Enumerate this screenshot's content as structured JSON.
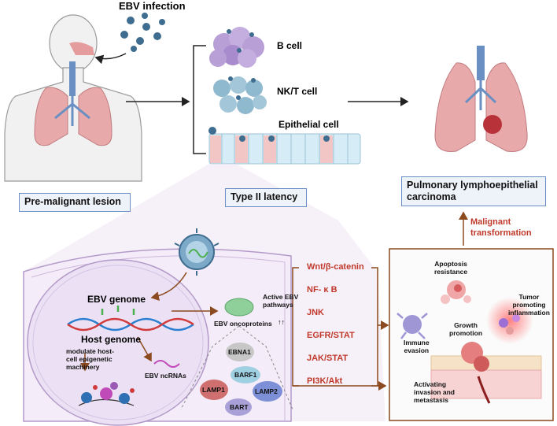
{
  "top": {
    "ebv_infection": "EBV infection",
    "b_cell": "B cell",
    "nkt_cell": "NK/T cell",
    "epithelial_cell": "Epithelial cell",
    "premalignant": "Pre-malignant lesion",
    "type2_latency": "Type II latency",
    "carcinoma_line1": "Pulmonary lymphoepithelial",
    "carcinoma_line2": "carcinoma",
    "malignant_line1": "Malignant",
    "malignant_line2": "transformation"
  },
  "cell_detail": {
    "ebv_genome": "EBV genome",
    "host_genome": "Host genome",
    "modulate_line1": "modulate host-",
    "modulate_line2": "cell epigenetic",
    "modulate_line3": "machinery",
    "ebv_ncrnas": "EBV ncRNAs",
    "oncoproteins": "EBV oncoproteins",
    "active_line1": "Active EBV",
    "active_line2": "pathways",
    "proteins": [
      "EBNA1",
      "BARF1",
      "LAMP1",
      "LAMP2",
      "BART"
    ]
  },
  "pathways": [
    "Wnt/β-catenin",
    "NF- κ B",
    "JNK",
    "EGFR/STAT",
    "JAK/STAT",
    "PI3K/Akt"
  ],
  "hallmarks": {
    "apoptosis_line1": "Apoptosis",
    "apoptosis_line2": "resistance",
    "tumor_line1": "Tumor",
    "tumor_line2": "promoting",
    "tumor_line3": "inflammation",
    "immune_line1": "Immune",
    "immune_line2": "evasion",
    "growth_line1": "Growth",
    "growth_line2": "promotion",
    "invasion_line1": "Activating",
    "invasion_line2": "invasion and",
    "invasion_line3": "metastasis"
  },
  "colors": {
    "brown": "#8b4a1f",
    "pathway_red": "#c0392b",
    "box_border": "#6b8fc4",
    "virus_blue": "#3f6d8f",
    "lung_pink": "#e7a9aa",
    "cell_membrane": "#b39ac9"
  }
}
